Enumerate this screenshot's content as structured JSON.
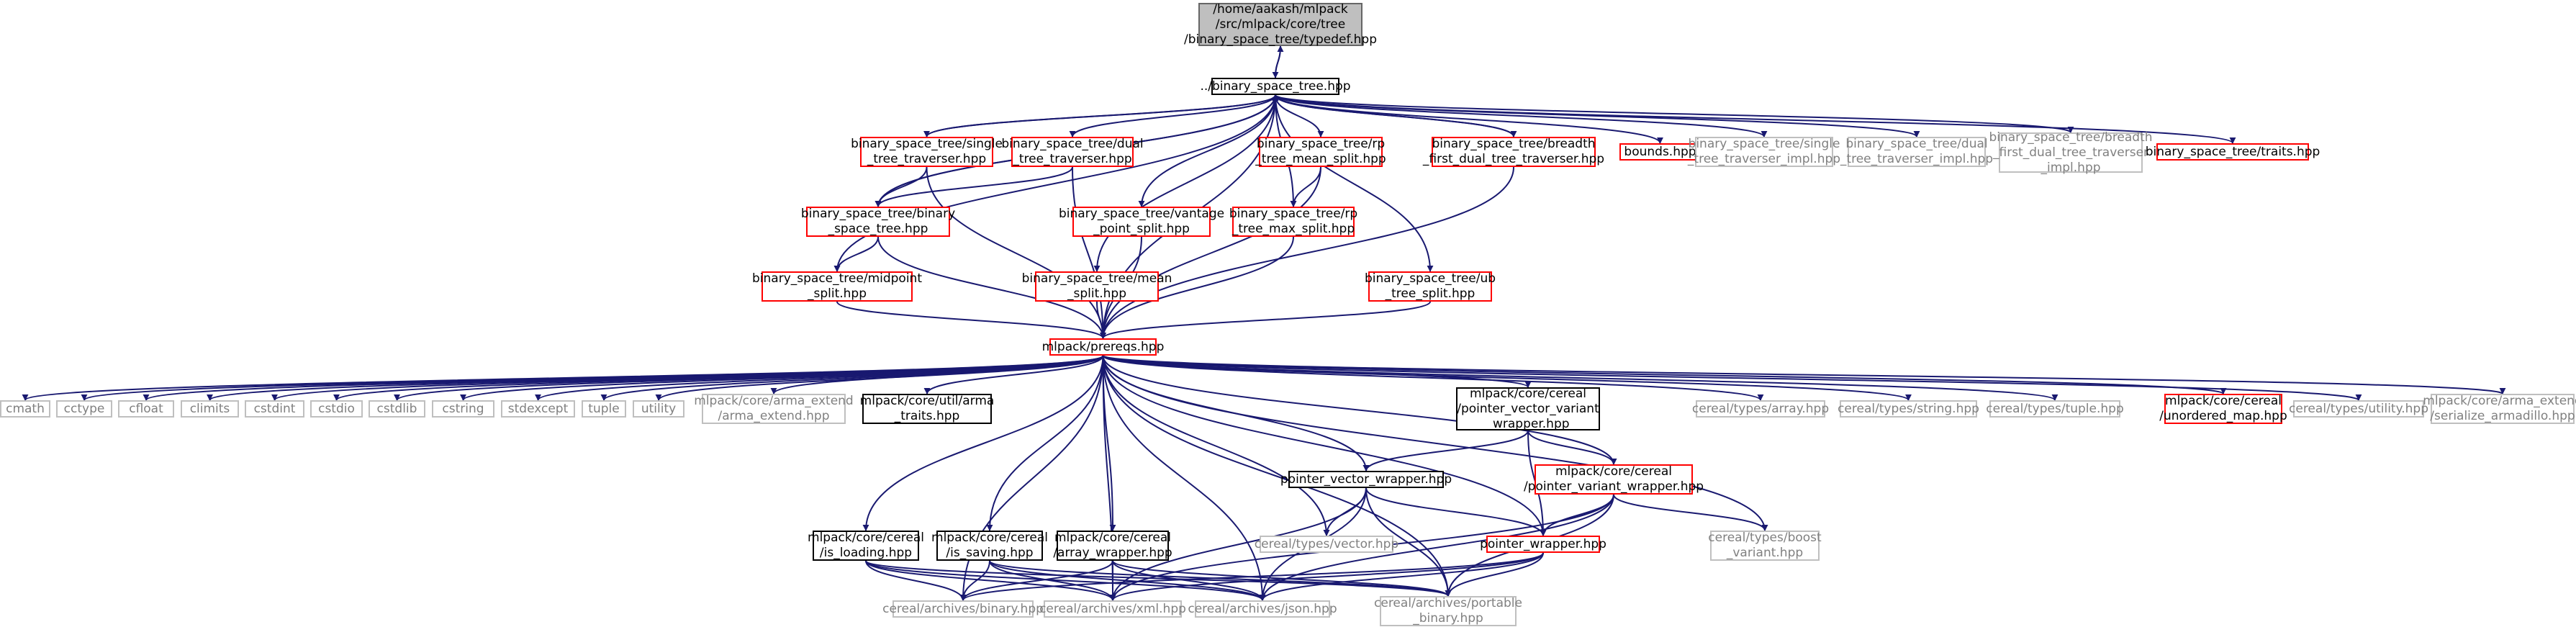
{
  "colors": {
    "edge": "#191970",
    "red_border": "#ff0000",
    "gray_text": "#808080",
    "root_fill": "#bfbfbf"
  },
  "nodes": {
    "root": {
      "label": "/home/aakash/mlpack\n/src/mlpack/core/tree\n/binary_space_tree/typedef.hpp",
      "style": "root"
    },
    "bst_hpp": {
      "label": "../binary_space_tree.hpp",
      "style": "black"
    },
    "single_trav": {
      "label": "binary_space_tree/single\n_tree_traverser.hpp",
      "style": "red"
    },
    "dual_trav": {
      "label": "binary_space_tree/dual\n_tree_traverser.hpp",
      "style": "red"
    },
    "rp_mean": {
      "label": "binary_space_tree/rp\n_tree_mean_split.hpp",
      "style": "red"
    },
    "breadth": {
      "label": "binary_space_tree/breadth\n_first_dual_tree_traverser.hpp",
      "style": "red"
    },
    "bounds": {
      "label": "bounds.hpp",
      "style": "red"
    },
    "single_impl": {
      "label": "binary_space_tree/single\n_tree_traverser_impl.hpp",
      "style": "gray"
    },
    "dual_impl": {
      "label": "binary_space_tree/dual\n_tree_traverser_impl.hpp",
      "style": "gray"
    },
    "breadth_impl": {
      "label": "binary_space_tree/breadth\n_first_dual_tree_traverser\n_impl.hpp",
      "style": "gray"
    },
    "traits": {
      "label": "binary_space_tree/traits.hpp",
      "style": "red"
    },
    "bst_inner": {
      "label": "binary_space_tree/binary\n_space_tree.hpp",
      "style": "red"
    },
    "vantage": {
      "label": "binary_space_tree/vantage\n_point_split.hpp",
      "style": "red"
    },
    "rp_max": {
      "label": "binary_space_tree/rp\n_tree_max_split.hpp",
      "style": "red"
    },
    "midpoint": {
      "label": "binary_space_tree/midpoint\n_split.hpp",
      "style": "red"
    },
    "mean_split": {
      "label": "binary_space_tree/mean\n_split.hpp",
      "style": "red"
    },
    "ub_split": {
      "label": "binary_space_tree/ub\n_tree_split.hpp",
      "style": "red"
    },
    "prereqs": {
      "label": "mlpack/prereqs.hpp",
      "style": "red"
    },
    "cmath": {
      "label": "cmath",
      "style": "gray"
    },
    "cctype": {
      "label": "cctype",
      "style": "gray"
    },
    "cfloat": {
      "label": "cfloat",
      "style": "gray"
    },
    "climits": {
      "label": "climits",
      "style": "gray"
    },
    "cstdint": {
      "label": "cstdint",
      "style": "gray"
    },
    "cstdio": {
      "label": "cstdio",
      "style": "gray"
    },
    "cstdlib": {
      "label": "cstdlib",
      "style": "gray"
    },
    "cstring": {
      "label": "cstring",
      "style": "gray"
    },
    "stdexcept": {
      "label": "stdexcept",
      "style": "gray"
    },
    "tuple": {
      "label": "tuple",
      "style": "gray"
    },
    "utility": {
      "label": "utility",
      "style": "gray"
    },
    "arma_extend": {
      "label": "mlpack/core/arma_extend\n/arma_extend.hpp",
      "style": "gray"
    },
    "arma_traits": {
      "label": "mlpack/core/util/arma\n_traits.hpp",
      "style": "black"
    },
    "pvvw": {
      "label": "mlpack/core/cereal\n/pointer_vector_variant\n_wrapper.hpp",
      "style": "black"
    },
    "ct_array": {
      "label": "cereal/types/array.hpp",
      "style": "gray"
    },
    "ct_string": {
      "label": "cereal/types/string.hpp",
      "style": "gray"
    },
    "ct_tuple": {
      "label": "cereal/types/tuple.hpp",
      "style": "gray"
    },
    "unordered_map": {
      "label": "mlpack/core/cereal\n/unordered_map.hpp",
      "style": "red"
    },
    "ct_utility": {
      "label": "cereal/types/utility.hpp",
      "style": "gray"
    },
    "ser_arma": {
      "label": "mlpack/core/arma_extend\n/serialize_armadillo.hpp",
      "style": "gray"
    },
    "pvw": {
      "label": "pointer_vector_wrapper.hpp",
      "style": "black"
    },
    "pvarw": {
      "label": "mlpack/core/cereal\n/pointer_variant_wrapper.hpp",
      "style": "red"
    },
    "is_loading": {
      "label": "mlpack/core/cereal\n/is_loading.hpp",
      "style": "black"
    },
    "is_saving": {
      "label": "mlpack/core/cereal\n/is_saving.hpp",
      "style": "black"
    },
    "array_wrapper": {
      "label": "mlpack/core/cereal\n/array_wrapper.hpp",
      "style": "black"
    },
    "ct_vector": {
      "label": "cereal/types/vector.hpp",
      "style": "gray"
    },
    "pointer_wrapper": {
      "label": "pointer_wrapper.hpp",
      "style": "red"
    },
    "boost_variant": {
      "label": "cereal/types/boost\n_variant.hpp",
      "style": "gray"
    },
    "ca_binary": {
      "label": "cereal/archives/binary.hpp",
      "style": "gray"
    },
    "ca_xml": {
      "label": "cereal/archives/xml.hpp",
      "style": "gray"
    },
    "ca_json": {
      "label": "cereal/archives/json.hpp",
      "style": "gray"
    },
    "ca_portable": {
      "label": "cereal/archives/portable\n_binary.hpp",
      "style": "gray"
    }
  },
  "edges": [
    [
      "root",
      "bst_hpp"
    ],
    [
      "bst_hpp",
      "root"
    ],
    [
      "bst_hpp",
      "single_trav"
    ],
    [
      "bst_hpp",
      "dual_trav"
    ],
    [
      "bst_hpp",
      "rp_mean"
    ],
    [
      "bst_hpp",
      "breadth"
    ],
    [
      "bst_hpp",
      "bounds"
    ],
    [
      "bst_hpp",
      "single_impl"
    ],
    [
      "bst_hpp",
      "dual_impl"
    ],
    [
      "bst_hpp",
      "breadth_impl"
    ],
    [
      "bst_hpp",
      "traits"
    ],
    [
      "bst_hpp",
      "bst_inner"
    ],
    [
      "bst_hpp",
      "vantage"
    ],
    [
      "bst_hpp",
      "rp_max"
    ],
    [
      "bst_hpp",
      "midpoint"
    ],
    [
      "bst_hpp",
      "mean_split"
    ],
    [
      "bst_hpp",
      "ub_split"
    ],
    [
      "bst_hpp",
      "prereqs"
    ],
    [
      "single_trav",
      "bst_hpp"
    ],
    [
      "breadth",
      "bst_hpp"
    ],
    [
      "bst_inner",
      "bst_hpp"
    ],
    [
      "single_trav",
      "bst_inner"
    ],
    [
      "single_trav",
      "prereqs"
    ],
    [
      "dual_trav",
      "bst_inner"
    ],
    [
      "dual_trav",
      "prereqs"
    ],
    [
      "bst_inner",
      "midpoint"
    ],
    [
      "bst_inner",
      "prereqs"
    ],
    [
      "rp_mean",
      "rp_max"
    ],
    [
      "rp_mean",
      "prereqs"
    ],
    [
      "vantage",
      "prereqs"
    ],
    [
      "rp_max",
      "prereqs"
    ],
    [
      "midpoint",
      "prereqs"
    ],
    [
      "mean_split",
      "prereqs"
    ],
    [
      "ub_split",
      "prereqs"
    ],
    [
      "breadth",
      "prereqs"
    ],
    [
      "prereqs",
      "cmath"
    ],
    [
      "prereqs",
      "cctype"
    ],
    [
      "prereqs",
      "cfloat"
    ],
    [
      "prereqs",
      "climits"
    ],
    [
      "prereqs",
      "cstdint"
    ],
    [
      "prereqs",
      "cstdio"
    ],
    [
      "prereqs",
      "cstdlib"
    ],
    [
      "prereqs",
      "cstring"
    ],
    [
      "prereqs",
      "stdexcept"
    ],
    [
      "prereqs",
      "tuple"
    ],
    [
      "prereqs",
      "utility"
    ],
    [
      "prereqs",
      "arma_extend"
    ],
    [
      "prereqs",
      "arma_traits"
    ],
    [
      "prereqs",
      "pvvw"
    ],
    [
      "prereqs",
      "ct_array"
    ],
    [
      "prereqs",
      "ct_string"
    ],
    [
      "prereqs",
      "ct_tuple"
    ],
    [
      "prereqs",
      "unordered_map"
    ],
    [
      "prereqs",
      "ct_utility"
    ],
    [
      "prereqs",
      "ser_arma"
    ],
    [
      "prereqs",
      "pvw"
    ],
    [
      "prereqs",
      "pvarw"
    ],
    [
      "prereqs",
      "is_loading"
    ],
    [
      "prereqs",
      "is_saving"
    ],
    [
      "prereqs",
      "array_wrapper"
    ],
    [
      "prereqs",
      "ct_vector"
    ],
    [
      "prereqs",
      "pointer_wrapper"
    ],
    [
      "prereqs",
      "boost_variant"
    ],
    [
      "prereqs",
      "ca_binary"
    ],
    [
      "prereqs",
      "ca_xml"
    ],
    [
      "prereqs",
      "ca_json"
    ],
    [
      "prereqs",
      "ca_portable"
    ],
    [
      "pvvw",
      "pvw"
    ],
    [
      "pvvw",
      "pvarw"
    ],
    [
      "pvvw",
      "pointer_wrapper"
    ],
    [
      "pvw",
      "ct_vector"
    ],
    [
      "pvw",
      "pointer_wrapper"
    ],
    [
      "pvw",
      "ca_xml"
    ],
    [
      "pvw",
      "ca_json"
    ],
    [
      "pvw",
      "ca_portable"
    ],
    [
      "pvarw",
      "pointer_wrapper"
    ],
    [
      "pvarw",
      "boost_variant"
    ],
    [
      "pvarw",
      "ca_xml"
    ],
    [
      "pvarw",
      "ca_json"
    ],
    [
      "pvarw",
      "ca_portable"
    ],
    [
      "is_loading",
      "ca_binary"
    ],
    [
      "is_loading",
      "ca_xml"
    ],
    [
      "is_loading",
      "ca_json"
    ],
    [
      "is_loading",
      "ca_portable"
    ],
    [
      "is_saving",
      "ca_binary"
    ],
    [
      "is_saving",
      "ca_xml"
    ],
    [
      "is_saving",
      "ca_json"
    ],
    [
      "is_saving",
      "ca_portable"
    ],
    [
      "array_wrapper",
      "ca_binary"
    ],
    [
      "array_wrapper",
      "ca_xml"
    ],
    [
      "array_wrapper",
      "ca_json"
    ],
    [
      "array_wrapper",
      "ca_portable"
    ],
    [
      "pointer_wrapper",
      "ca_binary"
    ],
    [
      "pointer_wrapper",
      "ca_xml"
    ],
    [
      "pointer_wrapper",
      "ca_json"
    ],
    [
      "pointer_wrapper",
      "ca_portable"
    ]
  ]
}
